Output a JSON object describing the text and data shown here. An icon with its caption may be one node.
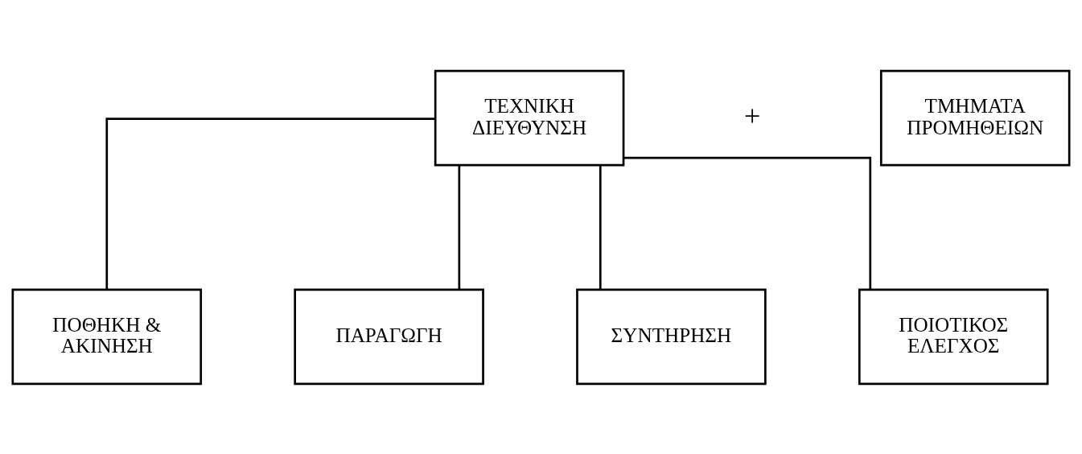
{
  "diagram": {
    "nodes": [
      {
        "text": [
          "ΤΕΧΝΙΚΗ ΔΙΕΥΘΥΝΣΗ"
        ]
      },
      {
        "text": [
          "ΤΜΗΜΑΤΑ ΠΡΟΜΗΘΕΙΩΝ"
        ]
      },
      {
        "text": [
          "ΠΟΘΗΚΗ & ΑΚΙΝΗΣΗ"
        ]
      },
      {
        "text": [
          "ΠΑΡΑΓΩΓΗ"
        ]
      },
      {
        "text": [
          "ΣΥΝΤΗΡΗΣΗ"
        ]
      },
      {
        "text": [
          "ΠΟΙΟΤΙΚΟΣ ΕΛΕΓΧΟΣ"
        ]
      }
    ],
    "edges": [
      {
        "from": 0,
        "to": 2,
        "arrow": "none"
      },
      {
        "from": 0,
        "to": 3,
        "arrow": "none"
      },
      {
        "from": 0,
        "to": 4,
        "arrow": "none"
      },
      {
        "from": 0,
        "to": 5,
        "arrow": "none"
      }
    ],
    "labels": [
      "+"
    ]
  }
}
